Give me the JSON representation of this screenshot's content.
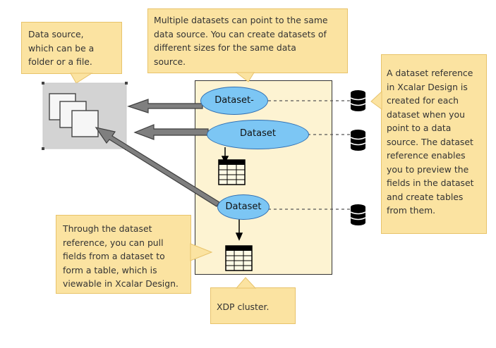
{
  "callouts": {
    "data_source": "Data source,\nwhich can be a\nfolder or a file.",
    "datasets": "Multiple datasets can point to the same\ndata source. You can create datasets of\ndifferent sizes for the same data\nsource.",
    "dataset_reference": "A dataset reference\nin Xcalar Design is\ncreated for each\ndataset when you\npoint to a data\nsource. The dataset\nreference enables\nyou to preview the\nfields in the dataset\nand create tables\nfrom them.",
    "through_reference": "Through the dataset\nreference, you can pull\nfields from a dataset to\nform a table, which is\nviewable in Xcalar Design.",
    "xdp_cluster": "XDP cluster."
  },
  "datasets": {
    "top": "Dataset",
    "middle": "Dataset",
    "bottom": "Dataset"
  },
  "colors": {
    "callout_fill": "#fbe3a1",
    "dataset_fill": "#7cc6f4",
    "cluster_fill": "#fdf3d2",
    "arrow_gray": "#7f7f7f"
  }
}
